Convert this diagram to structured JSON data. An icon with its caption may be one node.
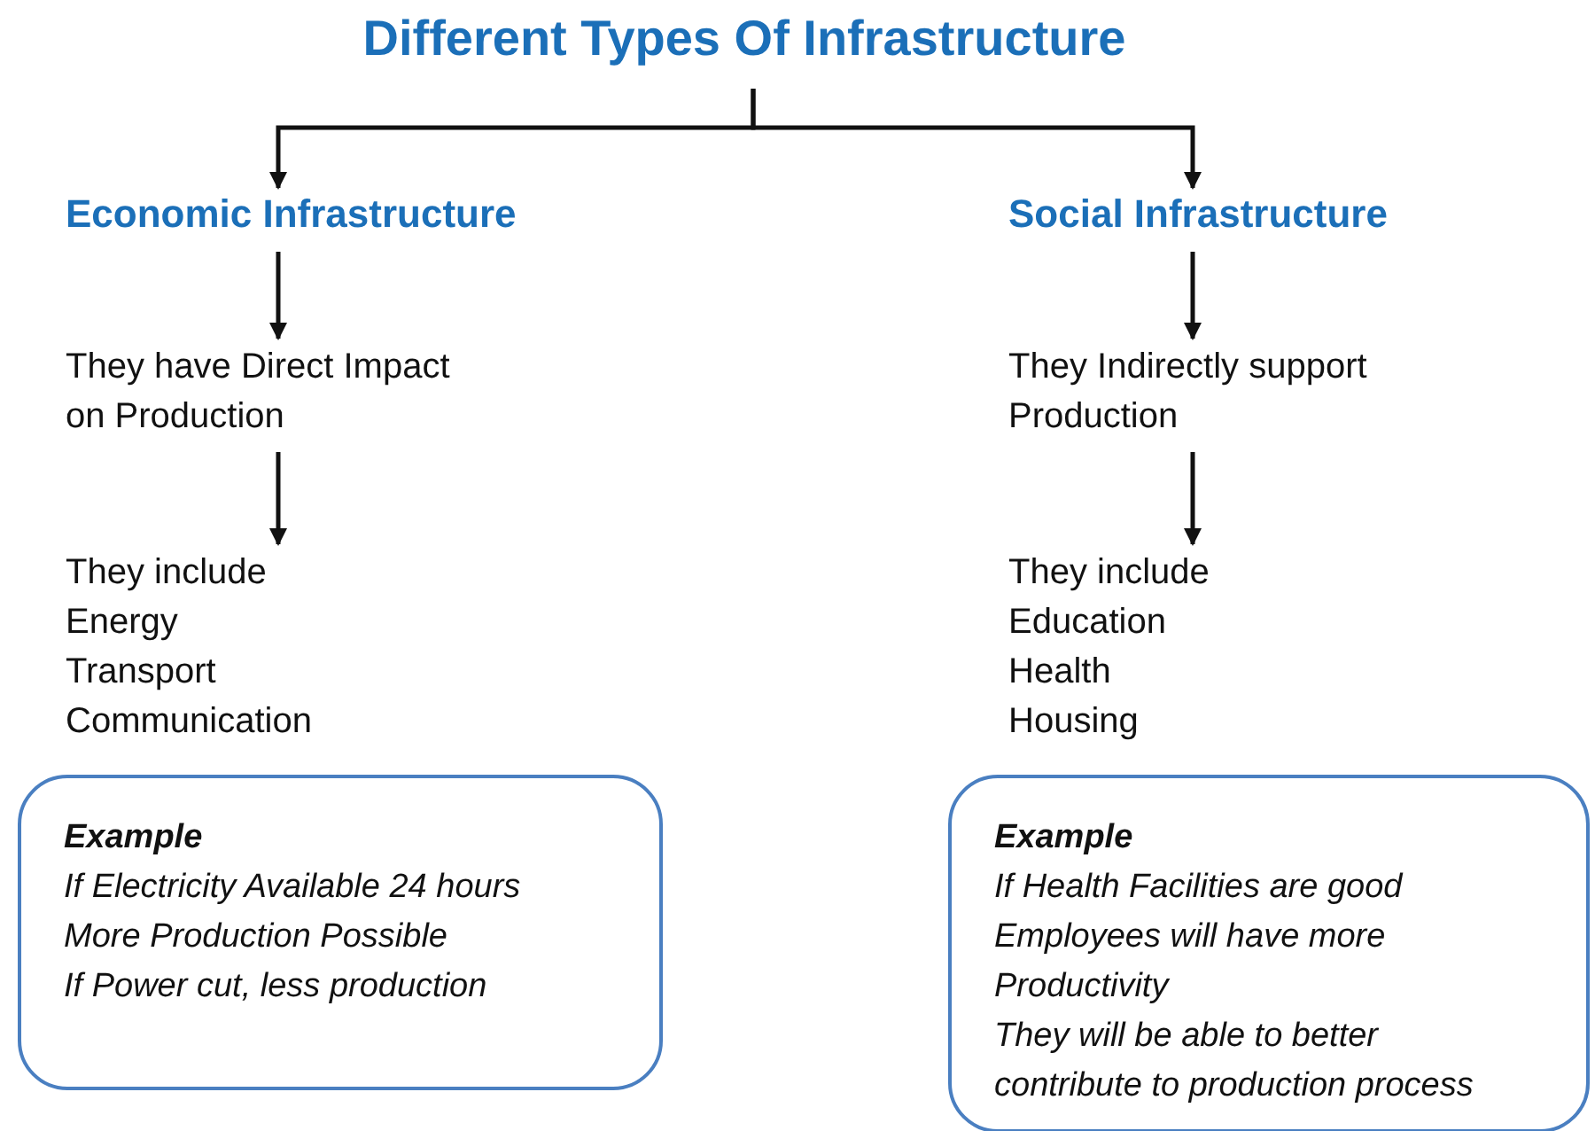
{
  "diagram": {
    "nodes": [
      {
        "text": [
          "Different Types Of Infrastructure"
        ]
      },
      {
        "text": [
          "Economic Infrastructure"
        ]
      },
      {
        "text": [
          "Social Infrastructure"
        ]
      },
      {
        "text": [
          "They have Direct Impact on Production"
        ]
      },
      {
        "text": [
          "They Indirectly support Production"
        ]
      },
      {
        "text": [
          "They include",
          "Energy",
          "Transport",
          "Communication"
        ]
      },
      {
        "text": [
          "They include",
          "Education",
          "Health",
          "Housing"
        ]
      },
      {
        "text": [
          "Example",
          "If Electricity Available 24 hours",
          "More Production Possible",
          "If Power cut, less production"
        ]
      },
      {
        "text": [
          "Example",
          "If Health Facilities are good",
          "Employees will have more Productivity",
          "They will be able to better contribute to production process"
        ]
      }
    ],
    "edges": [
      {
        "from": 0,
        "to": 1,
        "arrow": "to"
      },
      {
        "from": 0,
        "to": 2,
        "arrow": "to"
      },
      {
        "from": 1,
        "to": 3,
        "arrow": "to"
      },
      {
        "from": 3,
        "to": 5,
        "arrow": "to"
      },
      {
        "from": 2,
        "to": 4,
        "arrow": "to"
      },
      {
        "from": 4,
        "to": 6,
        "arrow": "to"
      }
    ]
  }
}
